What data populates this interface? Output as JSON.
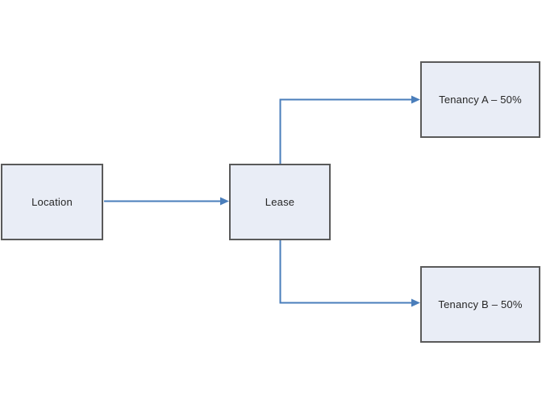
{
  "diagram": {
    "type": "flowchart",
    "colors": {
      "background": "#ffffff",
      "box_fill": "#e9edf6",
      "box_border": "#5a5a5a",
      "connector": "#4a7ebb",
      "text": "#262626"
    },
    "nodes": [
      {
        "id": "location",
        "label": "Location"
      },
      {
        "id": "lease",
        "label": "Lease"
      },
      {
        "id": "tenancy_a",
        "label": "Tenancy A – 50%"
      },
      {
        "id": "tenancy_b",
        "label": "Tenancy B – 50%"
      }
    ],
    "edges": [
      {
        "from": "location",
        "to": "lease",
        "style": "straight-arrow"
      },
      {
        "from": "lease",
        "to": "tenancy_a",
        "style": "elbow-arrow-up"
      },
      {
        "from": "lease",
        "to": "tenancy_b",
        "style": "elbow-arrow-down"
      }
    ]
  }
}
